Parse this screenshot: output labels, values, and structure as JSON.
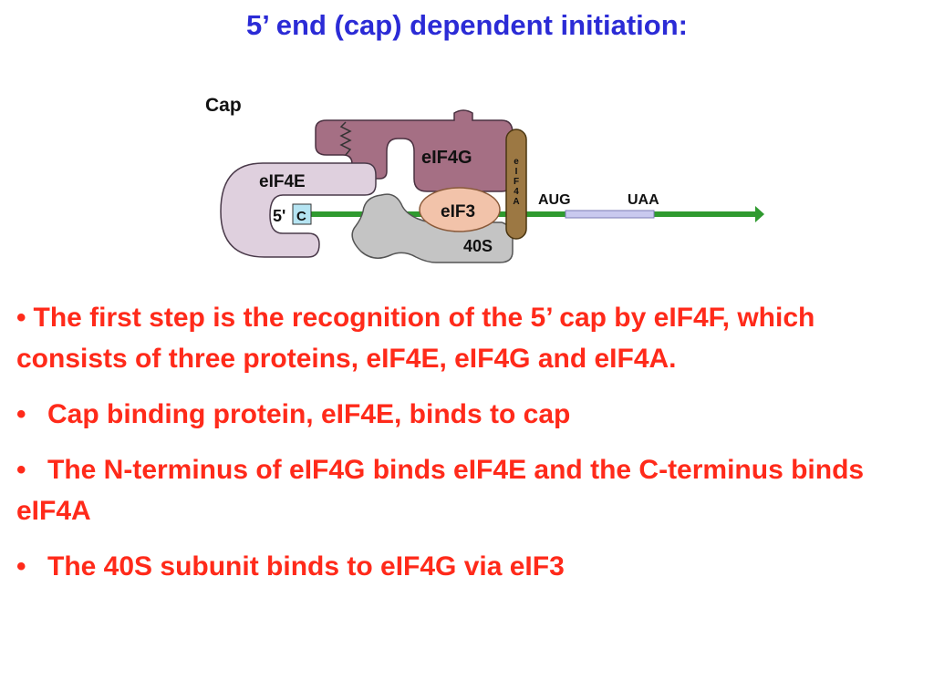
{
  "title": "5’ end (cap) dependent initiation:",
  "diagram": {
    "cap_label": "Cap",
    "eif4e_label": "eIF4E",
    "eif4g_label": "eIF4G",
    "eif3_label": "eIF3",
    "eif4a_letters": [
      "e",
      "I",
      "F",
      "4",
      "A"
    ],
    "subunit_label": "40S",
    "five_prime_label": "5'",
    "cap_box_label": "C",
    "aug_label": "AUG",
    "uaa_label": "UAA",
    "colors": {
      "eif4g": "#a56f84",
      "eif4e": "#dfd0de",
      "eif3": "#f2c3aa",
      "eif4a": "#9c7843",
      "subunit_40s": "#c4c4c4",
      "mrna": "#2f9a2f",
      "coding_region": "#c9c9ef",
      "cap_box": "#b5e4f2"
    }
  },
  "bullets": [
    {
      "mark": "•",
      "text": "The first step is the recognition of the 5’ cap by eIF4F, which consists of three proteins, eIF4E, eIF4G and eIF4A."
    },
    {
      "mark": "•",
      "text": "Cap binding protein, eIF4E, binds to cap"
    },
    {
      "mark": "•",
      "text": "The N-terminus of eIF4G binds eIF4E and the C-terminus binds eIF4A"
    },
    {
      "mark": "•",
      "text": "The 40S subunit binds to  eIF4G via eIF3"
    }
  ]
}
